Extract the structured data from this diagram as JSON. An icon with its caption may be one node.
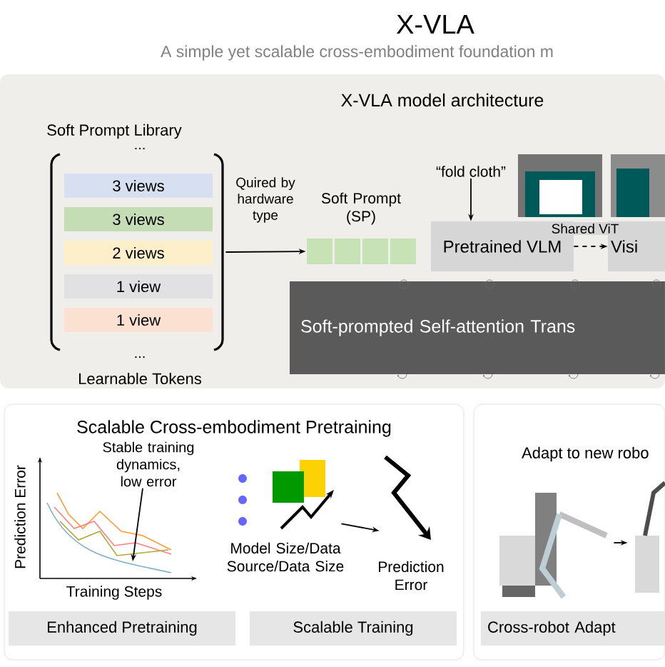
{
  "diagram": {
    "title": "X-VLA",
    "caption": "A simple yet scalable cross-embodiment foundation m",
    "nodes": [
      {
        "text": [
          "X-VLA model architecture"
        ]
      },
      {
        "text": [
          "Soft Prompt Library",
          "Learnable Tokens"
        ],
        "in": 0
      },
      {
        "text": [
          "3 views"
        ],
        "in": 1
      },
      {
        "text": [
          "3 views"
        ],
        "in": 1
      },
      {
        "text": [
          "2 views"
        ],
        "in": 1
      },
      {
        "text": [
          "1 view"
        ],
        "in": 1
      },
      {
        "text": [
          "1 view"
        ],
        "in": 1
      },
      {
        "text": [
          "Soft Prompt (SP)"
        ],
        "in": 0
      },
      {
        "text": [
          "“fold cloth”"
        ],
        "in": 0
      },
      {
        "text": [
          "Pretrained VLM"
        ],
        "in": 0
      },
      {
        "text": [
          "Visi"
        ],
        "in": 0
      },
      {
        "text": [
          "Soft-prompted Self-attention Trans"
        ],
        "in": 0
      },
      {
        "text": [
          "Scalable Cross-embodiment Pretraining"
        ]
      },
      {
        "text": [
          "Stable training dynamics, low error"
        ],
        "in": 12
      },
      {
        "text": [
          "Model Size/Data Source/Data Size"
        ],
        "in": 12
      },
      {
        "text": [
          "Prediction Error"
        ],
        "in": 12
      },
      {
        "text": [
          "Enhanced Pretraining"
        ],
        "in": 12
      },
      {
        "text": [
          "Scalable Training"
        ],
        "in": 12
      },
      {
        "text": [
          "Adapt to new robo"
        ]
      },
      {
        "text": [],
        "shape": "picture",
        "in": 18
      },
      {
        "text": [],
        "shape": "picture",
        "in": 18
      },
      {
        "text": [
          "Cross-robot Adapt"
        ],
        "in": 18
      }
    ],
    "edges": [
      {
        "from": 1,
        "to": 7,
        "arrow": "to",
        "label": "Quired by hardware type"
      },
      {
        "from": 8,
        "to": 9,
        "arrow": "to"
      },
      {
        "from": 9,
        "to": 10,
        "arrow": "to",
        "style": "dashed",
        "label": "Shared ViT"
      },
      {
        "from": 13,
        "to": null,
        "arrow": "to"
      },
      {
        "from": 14,
        "to": 15,
        "arrow": "to"
      },
      {
        "from": 19,
        "to": 20,
        "arrow": "to"
      }
    ],
    "labels": [
      "...",
      "...",
      "Prediction Error",
      "Training Steps"
    ]
  }
}
